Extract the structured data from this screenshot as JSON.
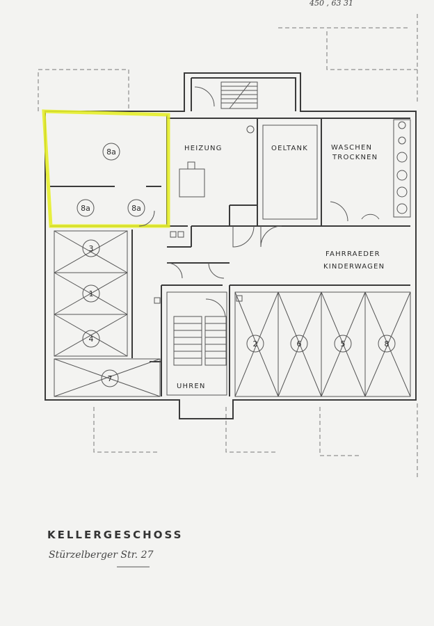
{
  "title": "KELLERGESCHOSS",
  "handwritten_note": "Stürzelberger Str. 27",
  "top_note": "450 , 63 31",
  "highlight_color": "#e5ee2a",
  "rooms": {
    "heizung": "HEIZUNG",
    "oeltank": "OELTANK",
    "waschen": "WASCHEN",
    "trocknen": "TROCKNEN",
    "fahrraeder": "FAHRRAEDER",
    "kinderwagen": "KINDERWAGEN",
    "uhren": "UHREN"
  },
  "storage_numbers": {
    "a": "8a",
    "b": "8a",
    "c": "8a",
    "n3": "3",
    "n1": "1",
    "n4": "4",
    "n7": "7",
    "n2": "2",
    "n6": "6",
    "n5": "5",
    "n8": "8"
  }
}
